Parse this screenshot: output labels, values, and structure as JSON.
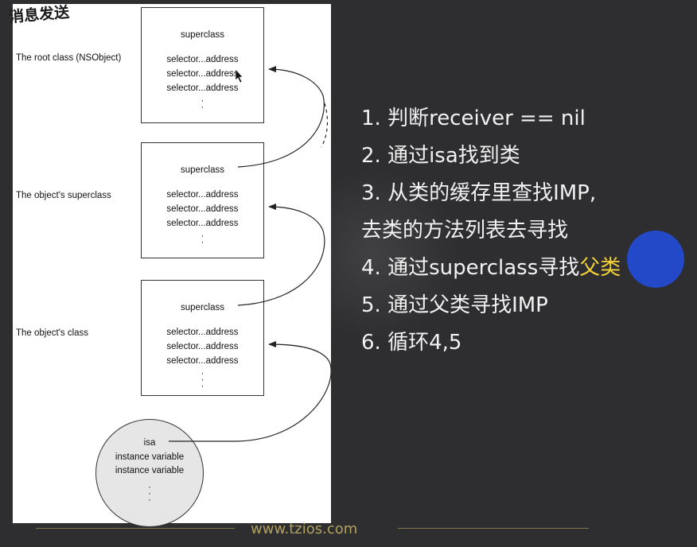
{
  "title": "消息发送",
  "diagram": {
    "classes": [
      {
        "label": "The root class (NSObject)",
        "superclass": "superclass",
        "selectors": [
          "selector...address",
          "selector...address",
          "selector...address"
        ],
        "ellipsis": "·\n·"
      },
      {
        "label": "The object's superclass",
        "superclass": "superclass",
        "selectors": [
          "selector...address",
          "selector...address",
          "selector...address"
        ],
        "ellipsis": "·\n·"
      },
      {
        "label": "The object's class",
        "superclass": "superclass",
        "selectors": [
          "selector...address",
          "selector...address",
          "selector...address"
        ],
        "ellipsis": "·\n·\n·"
      }
    ],
    "instance": {
      "isa": "isa",
      "variables": [
        "instance variable",
        "instance variable"
      ],
      "ellipsis": "·\n·\n·"
    }
  },
  "steps": [
    "1.  判断receiver == nil",
    "2.  通过isa找到类",
    "3.  从类的缓存里查找IMP,",
    "去类的方法列表去寻找",
    "4. 通过superclass寻找",
    "5. 通过父类寻找IMP",
    "6. 循环4,5"
  ],
  "step4_highlight": "父类",
  "footer": "www.tzios.com",
  "colors": {
    "background": "#2e2e30",
    "highlight": "#f4d23a",
    "marker": "#2349c9",
    "footer_line": "#7c7748"
  }
}
